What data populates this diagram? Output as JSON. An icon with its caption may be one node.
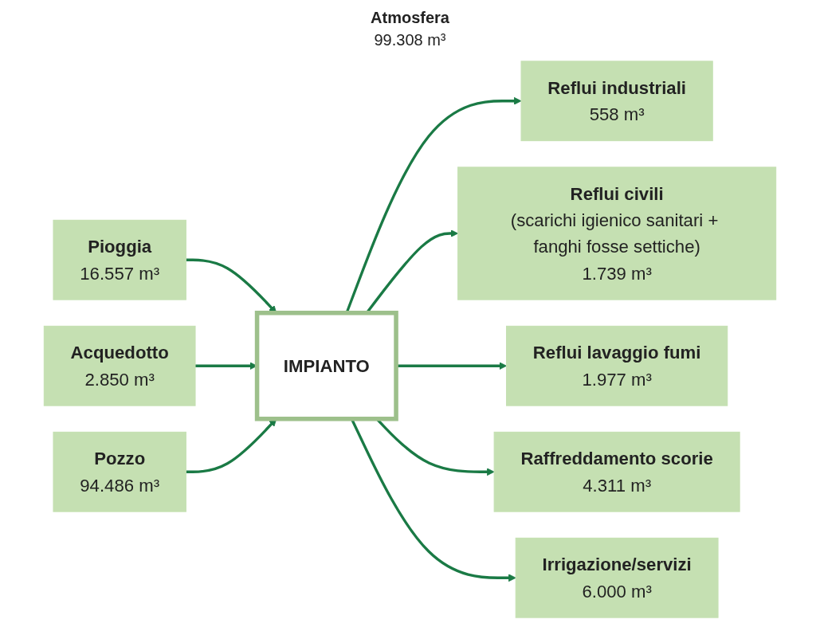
{
  "diagram": {
    "nodes": [
      {
        "text": [
          "Pioggia",
          "16.557 m³"
        ]
      },
      {
        "text": [
          "Acquedotto",
          "2.850 m³"
        ]
      },
      {
        "text": [
          "Pozzo",
          "94.486 m³"
        ]
      },
      {
        "text": [
          "IMPIANTO"
        ]
      },
      {
        "text": [
          "Reflui industriali",
          "558 m³"
        ]
      },
      {
        "text": [
          "Reflui civili",
          "(scarichi igienico sanitari + fanghi fosse settiche)",
          "1.739 m³"
        ]
      },
      {
        "text": [
          "Reflui lavaggio fumi",
          "1.977 m³"
        ]
      },
      {
        "text": [
          "Raffreddamento scorie",
          "4.311 m³"
        ]
      },
      {
        "text": [
          "Irrigazione/servizi",
          "6.000 m³"
        ]
      }
    ],
    "edges": [
      {
        "from": 0,
        "to": 3,
        "arrow": "to"
      },
      {
        "from": 1,
        "to": 3,
        "arrow": "to"
      },
      {
        "from": 2,
        "to": 3,
        "arrow": "to"
      },
      {
        "from": 3,
        "to": 4,
        "arrow": "to"
      },
      {
        "from": 3,
        "to": 5,
        "arrow": "to"
      },
      {
        "from": 3,
        "to": 6,
        "arrow": "to"
      },
      {
        "from": 3,
        "to": 7,
        "arrow": "to"
      },
      {
        "from": 3,
        "to": 8,
        "arrow": "to"
      }
    ],
    "labels": [
      "Atmosfera",
      "99.308 m³"
    ]
  }
}
